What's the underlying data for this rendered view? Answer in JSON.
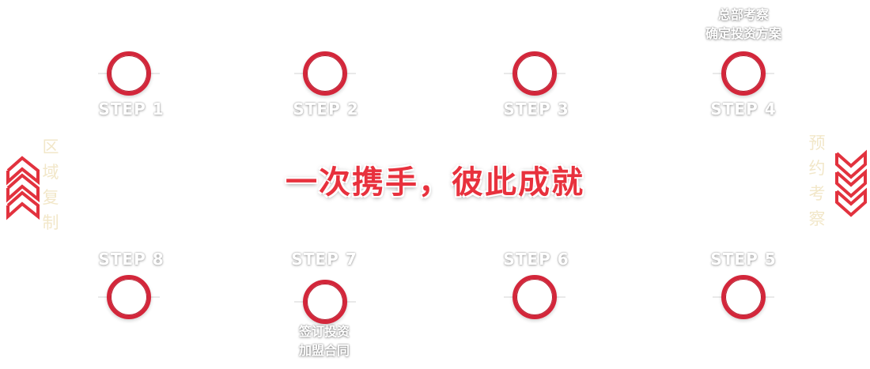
{
  "headline": "一次携手，彼此成就",
  "side_left": [
    "区",
    "域",
    "复",
    "制"
  ],
  "side_right": [
    "预",
    "约",
    "考",
    "察"
  ],
  "steps": {
    "s1": "STEP 1",
    "s2": "STEP 2",
    "s3": "STEP 3",
    "s4": "STEP 4",
    "s5": "STEP 5",
    "s6": "STEP 6",
    "s7": "STEP 7",
    "s8": "STEP 8"
  },
  "notes": {
    "step4_line1": "总部考察",
    "step4_line2": "确定投资方案",
    "step7_line1": "签订投资",
    "step7_line2": "加盟合同"
  },
  "colors": {
    "accent_red": "#d3263a",
    "headline_red": "#e8313d",
    "side_text": "#f2e7c9"
  },
  "icons": {
    "left": "chevron-up-icon",
    "right": "chevron-down-icon"
  }
}
